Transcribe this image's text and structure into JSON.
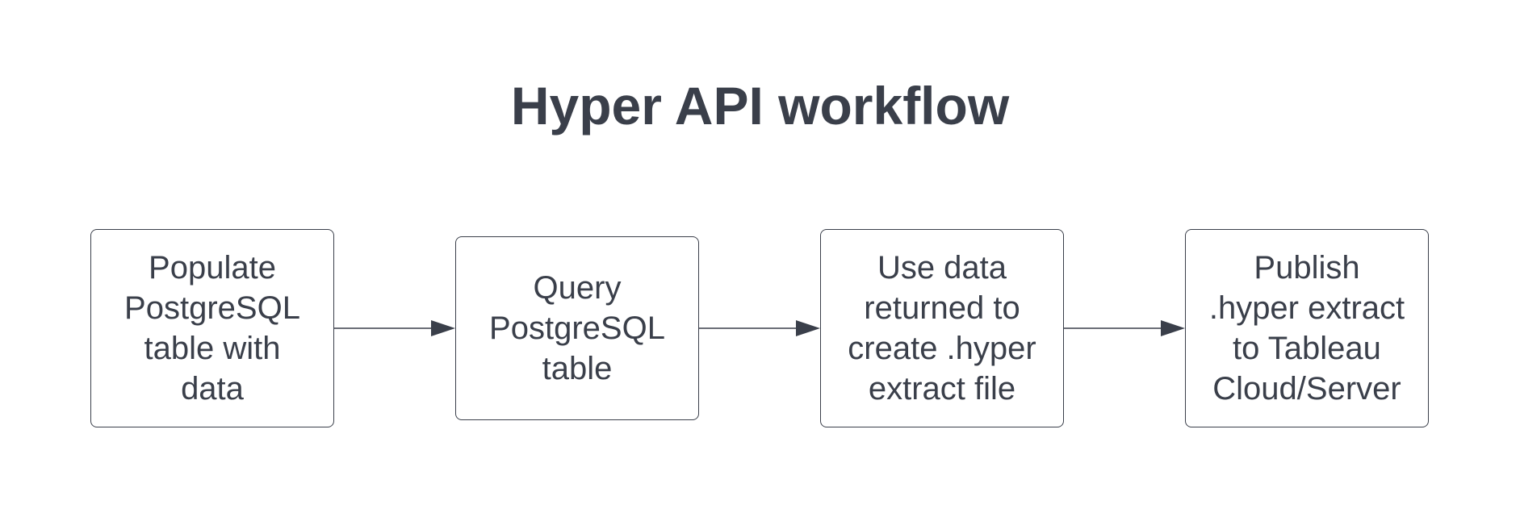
{
  "title": "Hyper API workflow",
  "steps": [
    {
      "label": "Populate\nPostgreSQL\ntable with\ndata"
    },
    {
      "label": "Query\nPostgreSQL\ntable"
    },
    {
      "label": "Use data\nreturned to\ncreate .hyper\nextract file"
    },
    {
      "label": "Publish\n.hyper extract\nto Tableau\nCloud/Server"
    }
  ],
  "colors": {
    "ink": "#3a3f4a",
    "background": "#ffffff"
  }
}
